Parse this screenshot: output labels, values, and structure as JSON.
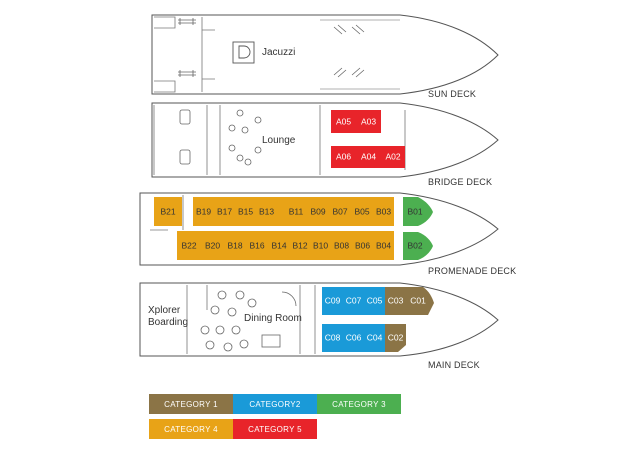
{
  "decks": {
    "sun": {
      "label": "SUN DECK",
      "rooms": {
        "jacuzzi": "Jacuzzi"
      }
    },
    "bridge": {
      "label": "BRIDGE DECK",
      "rooms": {
        "lounge": "Lounge"
      }
    },
    "promenade": {
      "label": "PROMENADE DECK"
    },
    "main": {
      "label": "MAIN DECK",
      "rooms": {
        "boarding_line1": "Xplorer",
        "boarding_line2": "Boarding",
        "dining": "Dining Room"
      }
    }
  },
  "cabins": {
    "a05": "A05",
    "a03": "A03",
    "a06": "A06",
    "a04": "A04",
    "a02": "A02",
    "b21": "B21",
    "b19": "B19",
    "b17": "B17",
    "b15": "B15",
    "b13": "B13",
    "b11": "B11",
    "b09": "B09",
    "b07": "B07",
    "b05": "B05",
    "b03": "B03",
    "b01": "B01",
    "b22": "B22",
    "b20": "B20",
    "b18": "B18",
    "b16": "B16",
    "b14": "B14",
    "b12": "B12",
    "b10": "B10",
    "b08": "B08",
    "b06": "B06",
    "b04": "B04",
    "b02": "B02",
    "c09": "C09",
    "c07": "C07",
    "c05": "C05",
    "c03": "C03",
    "c01": "C01",
    "c08": "C08",
    "c06": "C06",
    "c04": "C04",
    "c02": "C02"
  },
  "legend": [
    {
      "label": "CATEGORY 1",
      "color": "#8B7446"
    },
    {
      "label": "CATEGORY2",
      "color": "#1A9AD8"
    },
    {
      "label": "CATEGORY 3",
      "color": "#4CAF50"
    },
    {
      "label": "CATEGORY 4",
      "color": "#E8A317"
    },
    {
      "label": "CATEGORY 5",
      "color": "#E8242A"
    }
  ],
  "colors": {
    "category_1": "#8B7446",
    "category_2": "#1A9AD8",
    "category_3": "#4CAF50",
    "category_4": "#E8A317",
    "category_5": "#E8242A",
    "hull_outline": "#555555"
  }
}
